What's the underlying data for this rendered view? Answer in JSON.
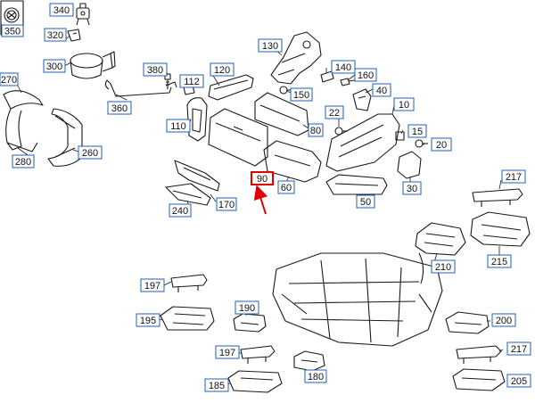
{
  "diagram": {
    "callouts": [
      {
        "id": "c350",
        "label": "350"
      },
      {
        "id": "c340",
        "label": "340"
      },
      {
        "id": "c320",
        "label": "320"
      },
      {
        "id": "c300",
        "label": "300"
      },
      {
        "id": "c270",
        "label": "270"
      },
      {
        "id": "c280",
        "label": "280"
      },
      {
        "id": "c260",
        "label": "260"
      },
      {
        "id": "c360",
        "label": "360"
      },
      {
        "id": "c380",
        "label": "380"
      },
      {
        "id": "c112",
        "label": "112"
      },
      {
        "id": "c120",
        "label": "120"
      },
      {
        "id": "c110",
        "label": "110"
      },
      {
        "id": "c130",
        "label": "130"
      },
      {
        "id": "c140",
        "label": "140"
      },
      {
        "id": "c160",
        "label": "160"
      },
      {
        "id": "c150",
        "label": "150"
      },
      {
        "id": "c40",
        "label": "40"
      },
      {
        "id": "c10",
        "label": "10"
      },
      {
        "id": "c22",
        "label": "22"
      },
      {
        "id": "c80",
        "label": "80"
      },
      {
        "id": "c15",
        "label": "15"
      },
      {
        "id": "c20",
        "label": "20"
      },
      {
        "id": "c90",
        "label": "90",
        "highlight": true
      },
      {
        "id": "c60",
        "label": "60"
      },
      {
        "id": "c30",
        "label": "30"
      },
      {
        "id": "c50",
        "label": "50"
      },
      {
        "id": "c170",
        "label": "170"
      },
      {
        "id": "c240",
        "label": "240"
      },
      {
        "id": "c217a",
        "label": "217"
      },
      {
        "id": "c215",
        "label": "215"
      },
      {
        "id": "c210",
        "label": "210"
      },
      {
        "id": "c197a",
        "label": "197"
      },
      {
        "id": "c195",
        "label": "195"
      },
      {
        "id": "c190",
        "label": "190"
      },
      {
        "id": "c200",
        "label": "200"
      },
      {
        "id": "c217b",
        "label": "217"
      },
      {
        "id": "c197b",
        "label": "197"
      },
      {
        "id": "c180",
        "label": "180"
      },
      {
        "id": "c185",
        "label": "185"
      },
      {
        "id": "c205",
        "label": "205"
      }
    ],
    "colors": {
      "line": "#1a1a1a",
      "callout_border": "#1f5fbf",
      "highlight_border": "#e00000",
      "arrow": "#e00000"
    }
  }
}
